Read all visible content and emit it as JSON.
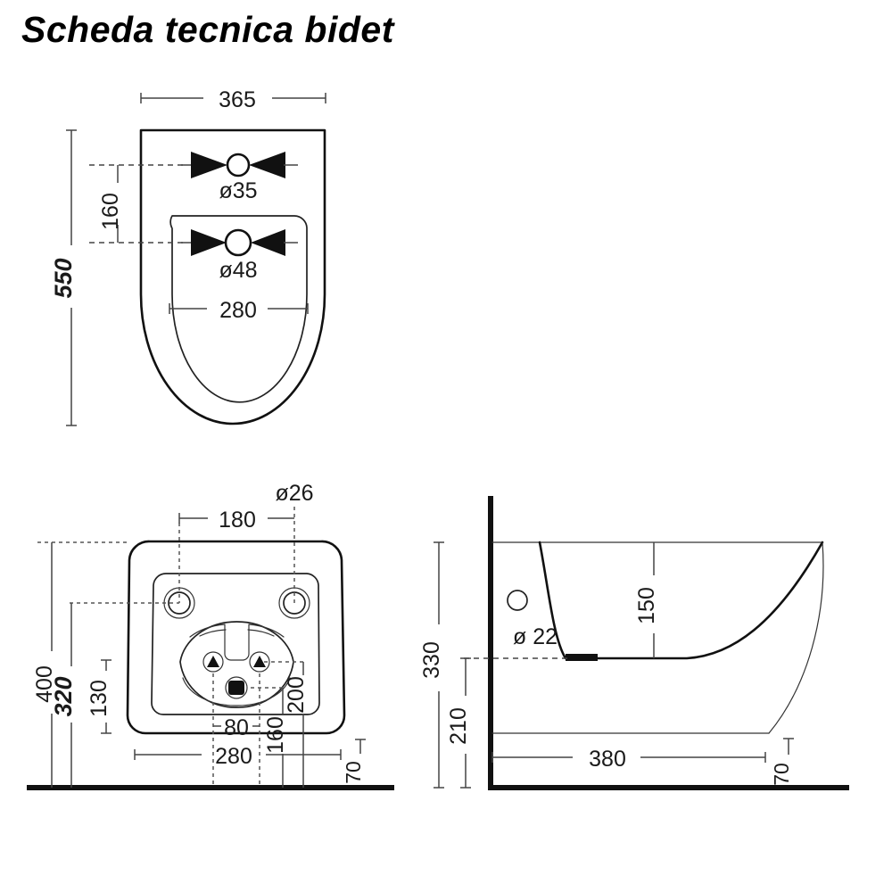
{
  "page": {
    "title": "Scheda tecnica bidet",
    "background_color": "#ffffff",
    "line_color": "#111111"
  },
  "views": {
    "top": {
      "name": "top-view",
      "dimensions": {
        "width_365": "365",
        "height_550": "550",
        "offset_160": "160",
        "hole_d35": "ø35",
        "hole_d48": "ø48",
        "inner_width_280": "280"
      }
    },
    "front": {
      "name": "front-view",
      "dimensions": {
        "hole_d26": "ø26",
        "spread_180": "180",
        "height_400": "400",
        "height_320": "320",
        "height_130": "130",
        "height_200": "200",
        "width_80": "80",
        "height_160": "160",
        "width_280": "280",
        "depth_70": "70"
      }
    },
    "side": {
      "name": "side-view",
      "dimensions": {
        "height_330": "330",
        "height_210": "210",
        "height_150": "150",
        "hole_d22": "ø 22",
        "depth_380": "380",
        "depth_70": "70"
      }
    }
  },
  "chart_data": {
    "type": "table",
    "title": "Scheda tecnica bidet",
    "series": [
      {
        "name": "top-view",
        "values": [
          365,
          550,
          160,
          35,
          48,
          280
        ],
        "labels": [
          "365",
          "550",
          "160",
          "ø35",
          "ø48",
          "280"
        ]
      },
      {
        "name": "front-view",
        "values": [
          26,
          180,
          400,
          320,
          130,
          200,
          80,
          160,
          280,
          70
        ],
        "labels": [
          "ø26",
          "180",
          "400",
          "320",
          "130",
          "200",
          "80",
          "160",
          "280",
          "70"
        ]
      },
      {
        "name": "side-view",
        "values": [
          330,
          210,
          150,
          22,
          380,
          70
        ],
        "labels": [
          "330",
          "210",
          "150",
          "ø 22",
          "380",
          "70"
        ]
      }
    ]
  }
}
